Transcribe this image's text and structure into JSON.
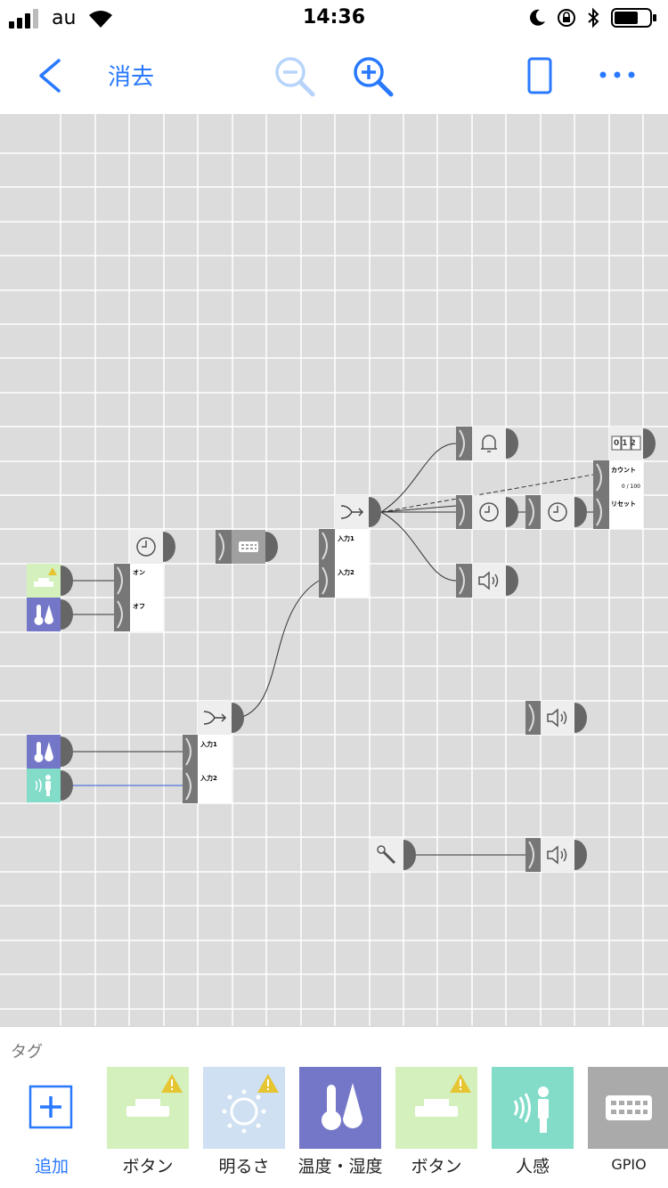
{
  "status_bar": {
    "carrier": "au",
    "time": "14:36"
  },
  "nav": {
    "delete_label": "消去"
  },
  "nodes": {
    "timer_on": "オン",
    "timer_off": "オフ",
    "or1_in1": "入力1",
    "or1_in2": "入力2",
    "or2_in1": "入力1",
    "or2_in2": "入力2",
    "counter_count": "カウント",
    "counter_value": "0 / 100",
    "counter_reset": "リセット",
    "counter_display": "012"
  },
  "palette": {
    "title": "タグ",
    "add_label": "追加",
    "tiles": [
      {
        "label": "ボタン",
        "icon": "button-icon",
        "color": "#d4f0bc",
        "warning": true
      },
      {
        "label": "明るさ",
        "icon": "brightness-icon",
        "color": "#cfe0f2",
        "warning": true
      },
      {
        "label": "温度・湿度",
        "icon": "temp-humidity-icon",
        "color": "#7476c8",
        "warning": false
      },
      {
        "label": "ボタン",
        "icon": "button-icon",
        "color": "#d4f0bc",
        "warning": true
      },
      {
        "label": "人感",
        "icon": "motion-icon",
        "color": "#82dcc8",
        "warning": false
      },
      {
        "label": "GPIO",
        "icon": "gpio-icon",
        "color": "#aaaaaa",
        "warning": false
      }
    ]
  },
  "colors": {
    "accent": "#2979ff",
    "canvas": "#dcdcdc",
    "grid": "#ffffff"
  }
}
